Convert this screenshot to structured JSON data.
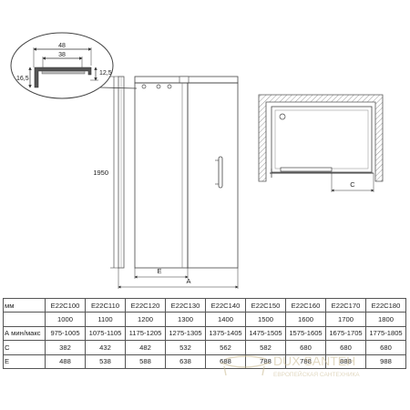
{
  "detail": {
    "dim_top": "48",
    "dim_inner": "38",
    "dim_left": "16,5",
    "dim_right": "12,5"
  },
  "elevation": {
    "height_label": "1950",
    "width_label": "A",
    "opening_label": "E"
  },
  "plan": {
    "clearance_label": "C"
  },
  "table": {
    "header_unit": "мм",
    "models": [
      "E22C100",
      "E22C110",
      "E22C120",
      "E22C130",
      "E22C140",
      "E22C150",
      "E22C160",
      "E22C170",
      "E22C180"
    ],
    "rows": [
      {
        "label": "",
        "values": [
          "1000",
          "1100",
          "1200",
          "1300",
          "1400",
          "1500",
          "1600",
          "1700",
          "1800"
        ]
      },
      {
        "label": "А мин/макс",
        "values": [
          "975-1005",
          "1075-1105",
          "1175-1205",
          "1275-1305",
          "1375-1405",
          "1475-1505",
          "1575-1605",
          "1675-1705",
          "1775-1805"
        ]
      },
      {
        "label": "C",
        "values": [
          "382",
          "432",
          "482",
          "532",
          "562",
          "582",
          "680",
          "680",
          "680"
        ]
      },
      {
        "label": "E",
        "values": [
          "488",
          "538",
          "588",
          "638",
          "688",
          "788",
          "788",
          "888",
          "988"
        ]
      }
    ]
  },
  "watermark": {
    "brand": "DUX SANTEH",
    "tagline": "ЕВРОПЕЙСКАЯ САНТЕХНИКА"
  },
  "colors": {
    "line": "#333333",
    "light_line": "#777777",
    "hatch": "#9a9a9a",
    "watermark": "#c9b98f"
  }
}
